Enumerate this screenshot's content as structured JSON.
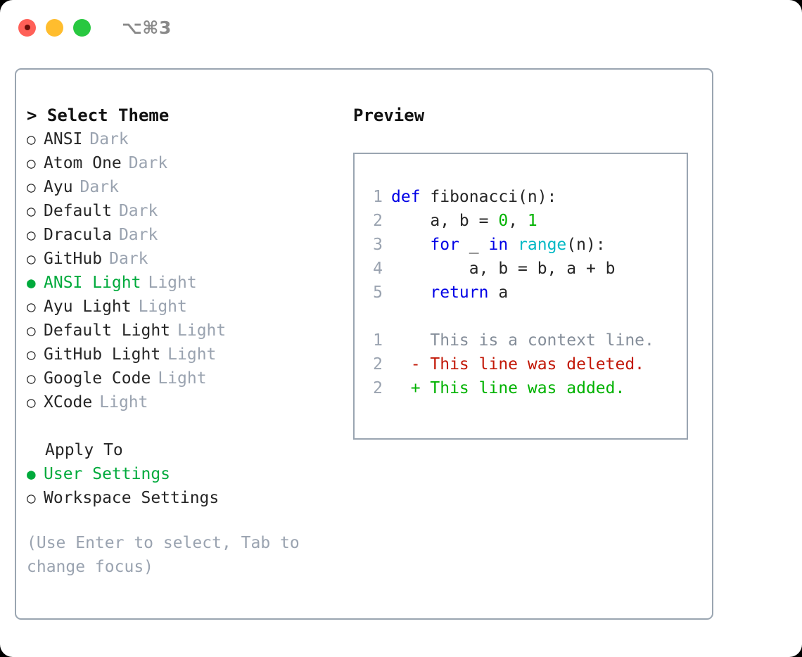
{
  "window": {
    "shortcut_label": "⌥⌘3",
    "traffic_lights": [
      "close",
      "minimize",
      "maximize"
    ],
    "colors": {
      "close": "#ff6058",
      "minimize": "#ffbd2e",
      "maximize": "#28c840",
      "border": "#9aa5b1",
      "accent_green": "#00aa3c",
      "dim_text": "#9aa3b0",
      "body_text": "#262626",
      "keyword_blue": "#0000e6",
      "function_cyan": "#00b8c4",
      "number_green": "#00b200",
      "diff_deleted_red": "#c21807",
      "diff_added_green": "#00b200",
      "diff_context_gray": "#848d99"
    }
  },
  "theme_section": {
    "title": "> Select Theme",
    "bullet_selected": "●",
    "bullet_unselected": "○",
    "items": [
      {
        "name": "ANSI",
        "tag": "Dark",
        "selected": false
      },
      {
        "name": "Atom One",
        "tag": "Dark",
        "selected": false
      },
      {
        "name": "Ayu",
        "tag": "Dark",
        "selected": false
      },
      {
        "name": "Default",
        "tag": "Dark",
        "selected": false
      },
      {
        "name": "Dracula",
        "tag": "Dark",
        "selected": false
      },
      {
        "name": "GitHub",
        "tag": "Dark",
        "selected": false
      },
      {
        "name": "ANSI Light",
        "tag": "Light",
        "selected": true
      },
      {
        "name": "Ayu Light",
        "tag": "Light",
        "selected": false
      },
      {
        "name": "Default Light",
        "tag": "Light",
        "selected": false
      },
      {
        "name": "GitHub Light",
        "tag": "Light",
        "selected": false
      },
      {
        "name": "Google Code",
        "tag": "Light",
        "selected": false
      },
      {
        "name": "XCode",
        "tag": "Light",
        "selected": false
      }
    ]
  },
  "apply_to_section": {
    "label": "Apply To",
    "items": [
      {
        "name": "User Settings",
        "selected": true
      },
      {
        "name": "Workspace Settings",
        "selected": false
      }
    ]
  },
  "hint": "(Use Enter to select, Tab to change focus)",
  "preview": {
    "title": "Preview",
    "code_lines": [
      {
        "number": "1",
        "tokens": [
          {
            "text": "def ",
            "type": "kw"
          },
          {
            "text": "fibonacci(n):",
            "type": "plain"
          }
        ]
      },
      {
        "number": "2",
        "tokens": [
          {
            "text": "    a, b = ",
            "type": "plain"
          },
          {
            "text": "0",
            "type": "num"
          },
          {
            "text": ", ",
            "type": "plain"
          },
          {
            "text": "1",
            "type": "num"
          }
        ]
      },
      {
        "number": "3",
        "tokens": [
          {
            "text": "    ",
            "type": "plain"
          },
          {
            "text": "for",
            "type": "kw"
          },
          {
            "text": " _ ",
            "type": "plain"
          },
          {
            "text": "in",
            "type": "kw"
          },
          {
            "text": " ",
            "type": "plain"
          },
          {
            "text": "range",
            "type": "fn"
          },
          {
            "text": "(n):",
            "type": "plain"
          }
        ]
      },
      {
        "number": "4",
        "tokens": [
          {
            "text": "        a, b = b, a + b",
            "type": "plain"
          }
        ]
      },
      {
        "number": "5",
        "tokens": [
          {
            "text": "    ",
            "type": "plain"
          },
          {
            "text": "return",
            "type": "kw"
          },
          {
            "text": " a",
            "type": "plain"
          }
        ]
      }
    ],
    "diff_lines": [
      {
        "number": "1",
        "marker": " ",
        "text": "  This is a context line.",
        "kind": "ctx"
      },
      {
        "number": "2",
        "marker": "-",
        "text": "- This line was deleted.",
        "kind": "del"
      },
      {
        "number": "2",
        "marker": "+",
        "text": "+ This line was added.",
        "kind": "add"
      }
    ]
  }
}
